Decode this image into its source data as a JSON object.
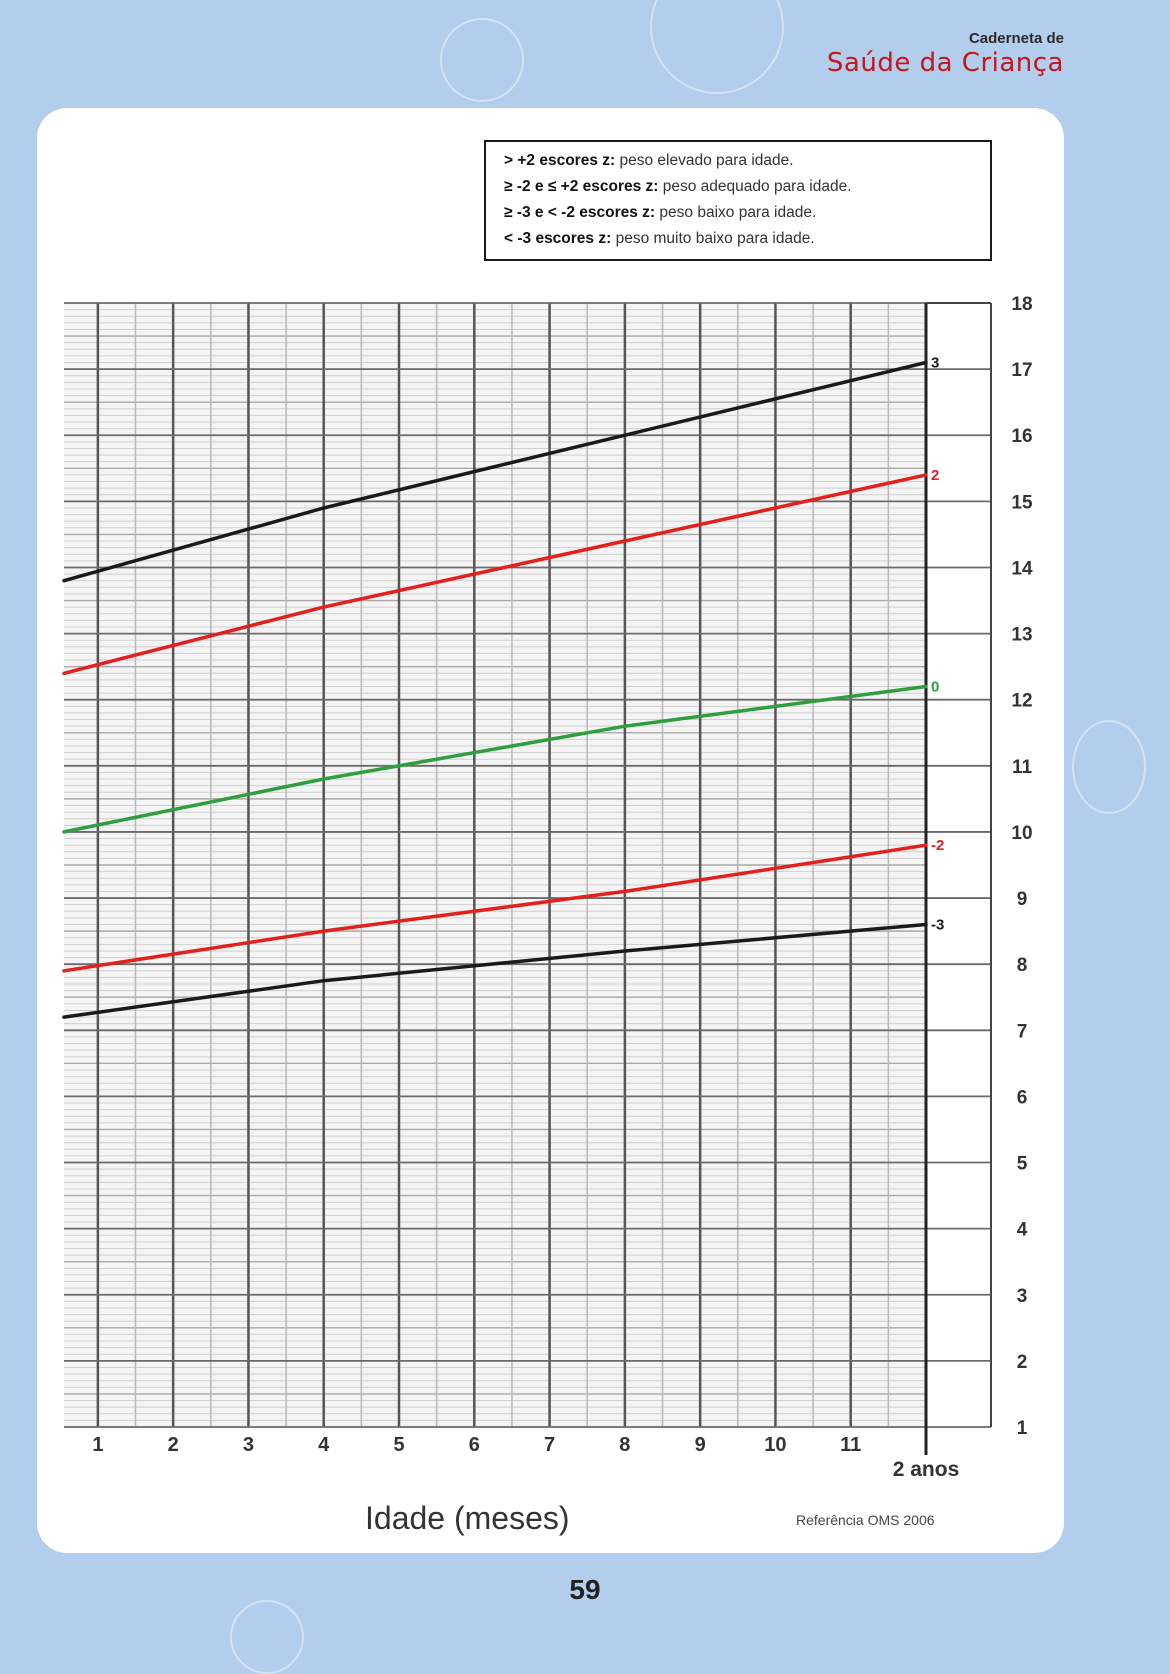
{
  "header": {
    "line1": "Caderneta de",
    "line2": "Saúde da Criança"
  },
  "legend": [
    {
      "bold": "> +2 escores z:",
      "rest": " peso elevado para idade."
    },
    {
      "bold": "≥ -2 e ≤ +2 escores z:",
      "rest": " peso adequado para idade."
    },
    {
      "bold": "≥ -3 e < -2 escores z:",
      "rest": " peso baixo para idade."
    },
    {
      "bold": "< -3 escores z:",
      "rest": " peso muito baixo para idade."
    }
  ],
  "x_title": "Idade (meses)",
  "reference": "Referência OMS 2006",
  "page_number": "59",
  "chart_data": {
    "type": "line",
    "x_tick_labels": [
      "1",
      "2",
      "3",
      "4",
      "5",
      "6",
      "7",
      "8",
      "9",
      "10",
      "11"
    ],
    "x_end_label": "2 anos",
    "xlim": [
      12.55,
      24
    ],
    "ylim": [
      1,
      18
    ],
    "y_ticks": [
      1,
      2,
      3,
      4,
      5,
      6,
      7,
      8,
      9,
      10,
      11,
      12,
      13,
      14,
      15,
      16,
      17,
      18
    ],
    "grid": true,
    "series": [
      {
        "name": "3",
        "color": "#1a1a1a",
        "x": [
          12.55,
          16,
          20,
          24
        ],
        "y": [
          13.8,
          14.9,
          16.0,
          17.1
        ]
      },
      {
        "name": "2",
        "color": "#e3201b",
        "x": [
          12.55,
          16,
          20,
          24
        ],
        "y": [
          12.4,
          13.4,
          14.4,
          15.4
        ]
      },
      {
        "name": "0",
        "color": "#2e9e3f",
        "x": [
          12.55,
          16,
          20,
          24
        ],
        "y": [
          10.0,
          10.8,
          11.6,
          12.2
        ]
      },
      {
        "name": "-2",
        "color": "#e3201b",
        "x": [
          12.55,
          16,
          20,
          24
        ],
        "y": [
          7.9,
          8.5,
          9.1,
          9.8
        ]
      },
      {
        "name": "-3",
        "color": "#1a1a1a",
        "x": [
          12.55,
          16,
          20,
          24
        ],
        "y": [
          7.2,
          7.75,
          8.2,
          8.6
        ]
      }
    ]
  }
}
